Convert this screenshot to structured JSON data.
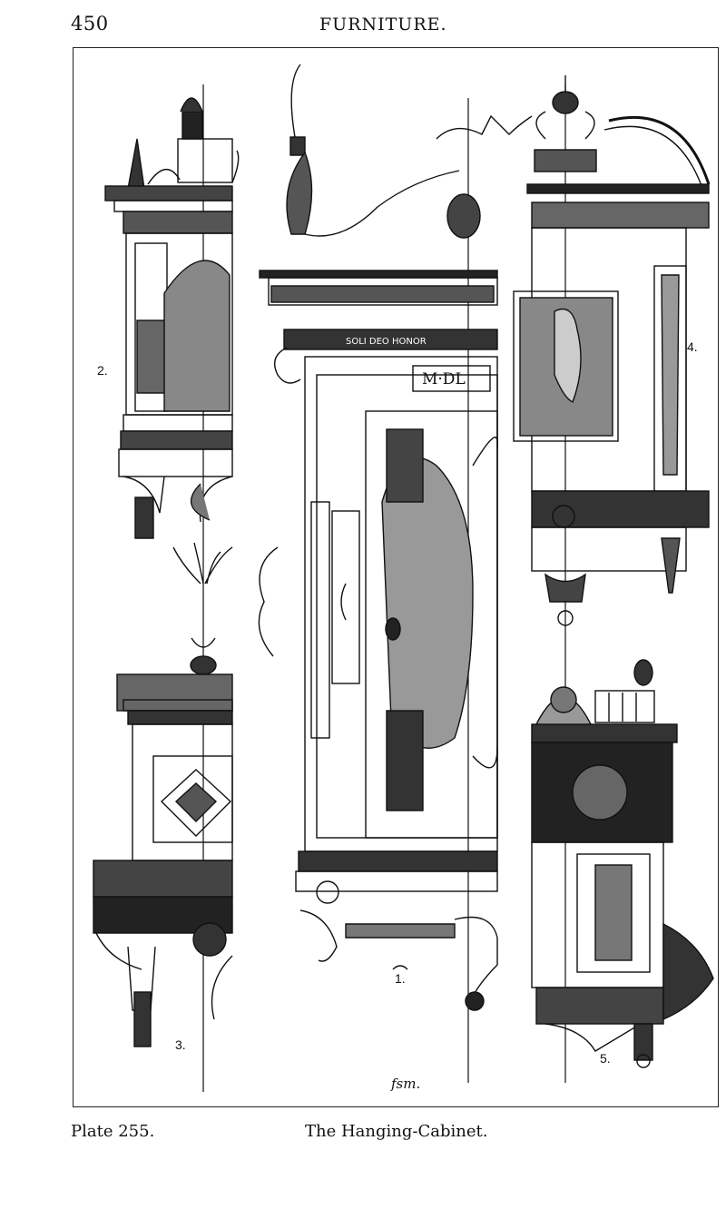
{
  "header": {
    "page_number": "450",
    "section_title": "FURNITURE."
  },
  "figures": [
    {
      "number": "1.",
      "subject": "hanging-cabinet-front"
    },
    {
      "number": "2.",
      "subject": "cabinet-side-profile"
    },
    {
      "number": "3.",
      "subject": "cabinet-side-profile-diamond-panel"
    },
    {
      "number": "4.",
      "subject": "cabinet-side-with-cherub-panel"
    },
    {
      "number": "5.",
      "subject": "cabinet-side-with-balustrade"
    }
  ],
  "engraved_text": {
    "motto": "SOLI DEO HONOR",
    "date": "M·DL"
  },
  "signature": "fsm.",
  "caption": {
    "plate": "Plate 255.",
    "title": "The Hanging-Cabinet."
  },
  "colors": {
    "ink": "#111111",
    "paper": "#ffffff"
  }
}
